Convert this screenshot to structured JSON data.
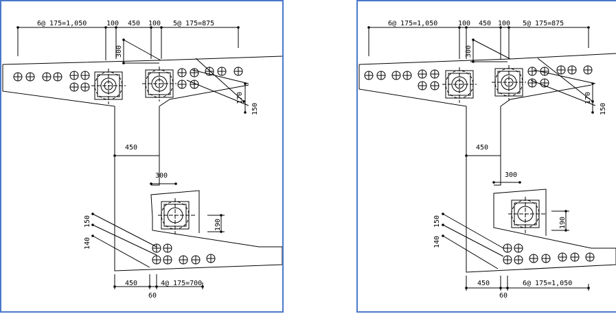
{
  "left": {
    "top_dims": [
      "6@ 175=1,050",
      "100",
      "450",
      "100",
      "5@ 175=875"
    ],
    "dim_300_vert": "300",
    "dim_170": "170",
    "dim_150_right": "150",
    "dim_450_web": "450",
    "dim_300_bottom": "300",
    "dim_190": "190",
    "dim_150_left": "150",
    "dim_140_left": "140",
    "bottom_dims": [
      "450",
      "4@ 175=700"
    ],
    "bottom_60": "60"
  },
  "right": {
    "top_dims": [
      "6@ 175=1,050",
      "100",
      "450",
      "100",
      "5@ 175=875"
    ],
    "dim_300_vert": "300",
    "dim_170": "170",
    "dim_150_right": "150",
    "dim_450_web": "450",
    "dim_300_bottom": "300",
    "dim_190": "190",
    "dim_150_left": "150",
    "dim_140_left": "140",
    "bottom_dims": [
      "450",
      "6@ 175=1,050"
    ],
    "bottom_60": "60"
  }
}
